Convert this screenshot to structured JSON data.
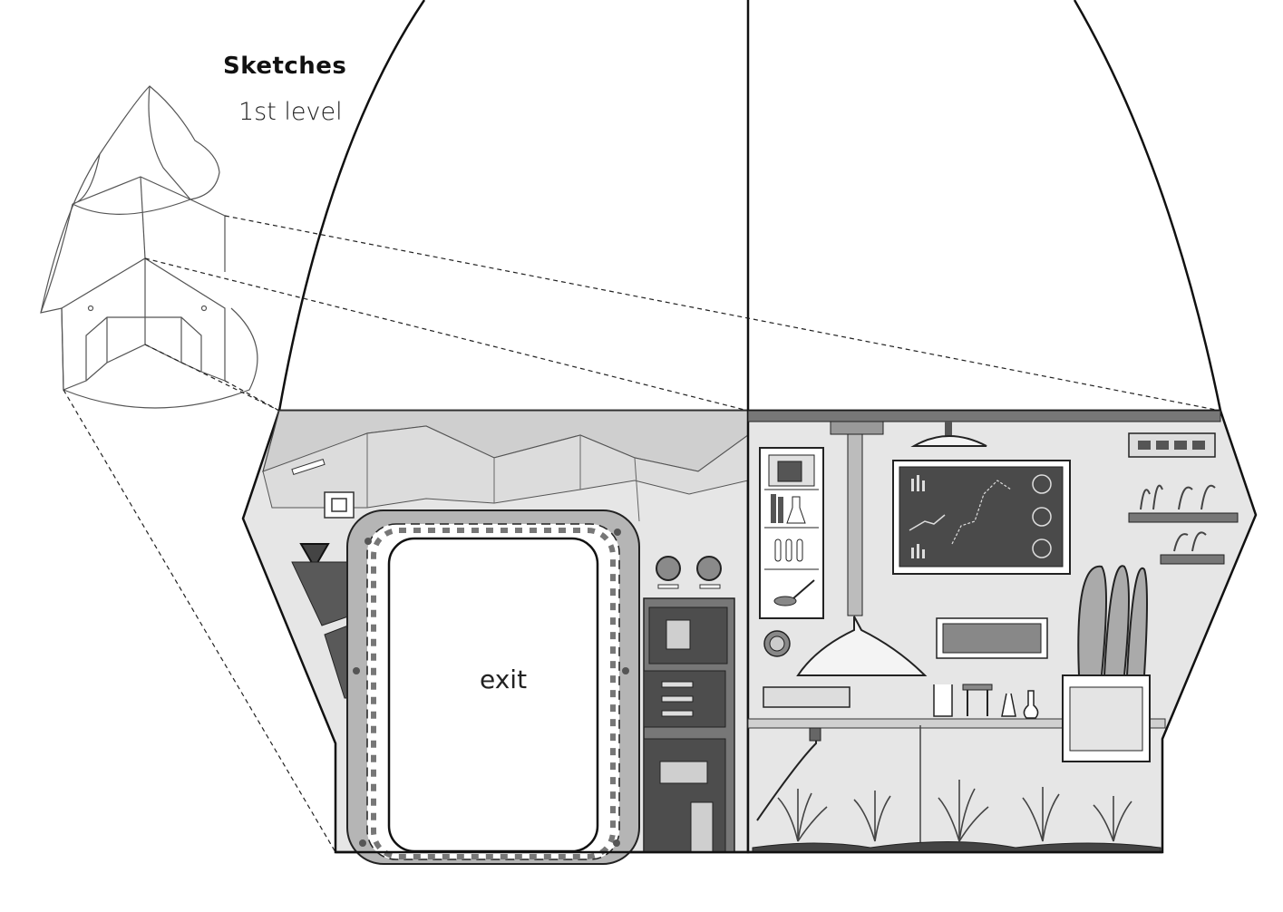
{
  "sketch": {
    "title": "Sketches",
    "subtitle": "1st level",
    "door_label": "exit"
  },
  "colors": {
    "ink": "#111111",
    "panel_gray": "#d9d9d9",
    "dark_gray": "#5a5a5a",
    "mid_gray": "#a8a8a8"
  }
}
